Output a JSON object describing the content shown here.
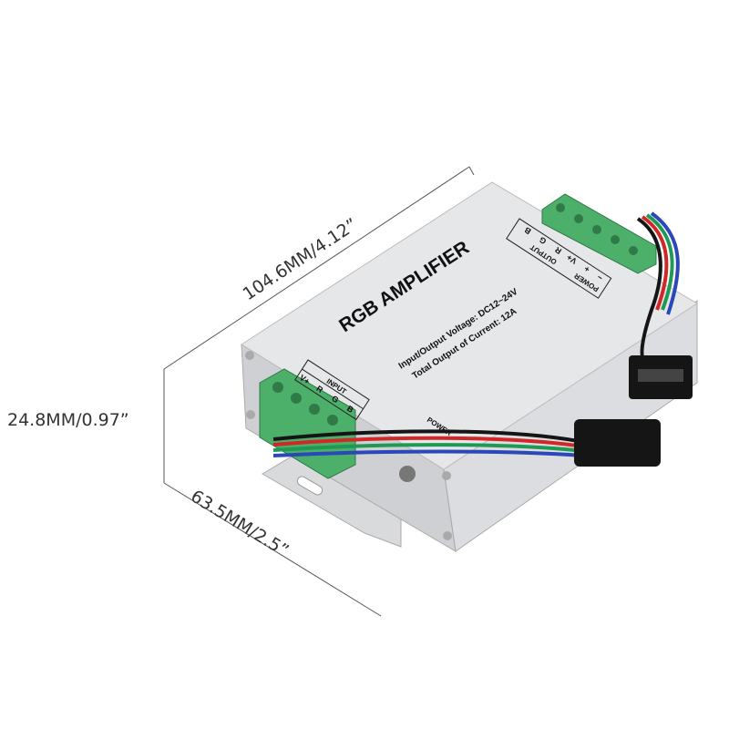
{
  "dimensions": {
    "length": "104.6MM/4.12”",
    "height": "24.8MM/0.97”",
    "width": "63.5MM/2.5”"
  },
  "device": {
    "title": "RGB AMPLIFIER",
    "spec_voltage": "Input/Output Voltage: DC12~24V",
    "spec_current": "Total Output of Current: 12A",
    "input_label": "INPUT",
    "input_pins": [
      "V+",
      "R",
      "G",
      "B"
    ],
    "output_label": "OUTPUT",
    "output_pins": [
      "V+",
      "R",
      "G",
      "B"
    ],
    "power_label": "POWER",
    "power_pins": [
      "−",
      "+"
    ],
    "front_power_label": "POWER"
  },
  "colors": {
    "case": "#e4e5e7",
    "terminal": "#4caf6a",
    "wire_red": "#d02828",
    "wire_green": "#1f9a55",
    "wire_blue": "#2a48b8",
    "connector": "#151515"
  }
}
